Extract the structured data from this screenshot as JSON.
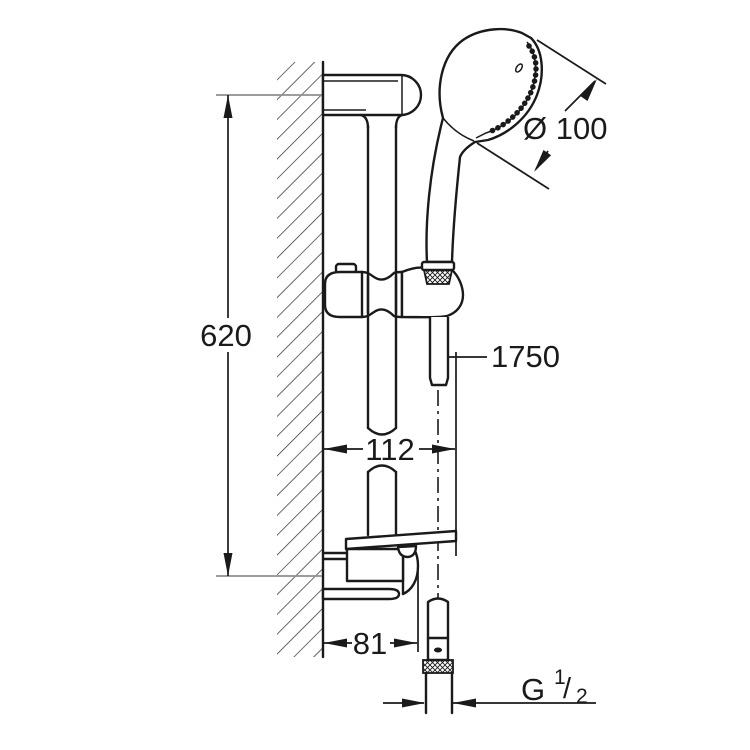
{
  "drawing": {
    "kind": "technical dimension drawing",
    "subject": "shower rail set with hand shower, wall-mounted",
    "background": "#ffffff",
    "line_color": "#1a1a1a",
    "extension_line_color": "#8f8f8f"
  },
  "dims": {
    "height": "620",
    "upper_offset": "112",
    "lower_offset": "81",
    "diameter": "Ø 100",
    "hose": "1750",
    "thread": {
      "prefix": "G",
      "numerator": "1",
      "slash": "/",
      "denominator": "2"
    }
  }
}
